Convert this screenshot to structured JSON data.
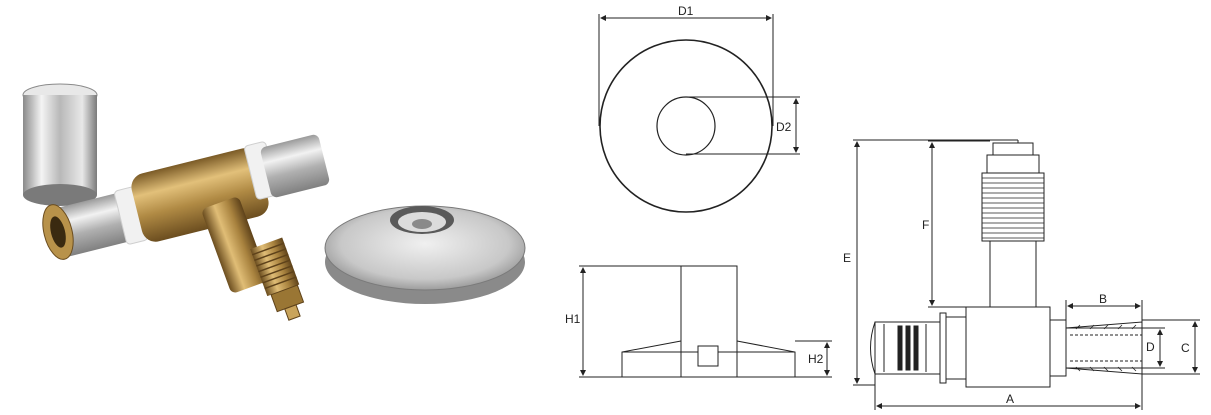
{
  "photo": {
    "caption": "",
    "items": [
      "cap",
      "brass-tee-valve",
      "escutcheon-rosette"
    ]
  },
  "drawings": {
    "top_view": {
      "labels": {
        "d1": "D1",
        "d2": "D2"
      }
    },
    "side_view": {
      "labels": {
        "h1": "H1",
        "h2": "H2"
      }
    },
    "valve_view": {
      "labels": {
        "a": "A",
        "b": "B",
        "c": "C",
        "d": "D",
        "e": "E",
        "f": "F"
      }
    }
  },
  "colors": {
    "line": "#222222",
    "brass": "#b8924a",
    "chrome": "#c9c9c9",
    "white_ring": "#f1f1f1"
  }
}
